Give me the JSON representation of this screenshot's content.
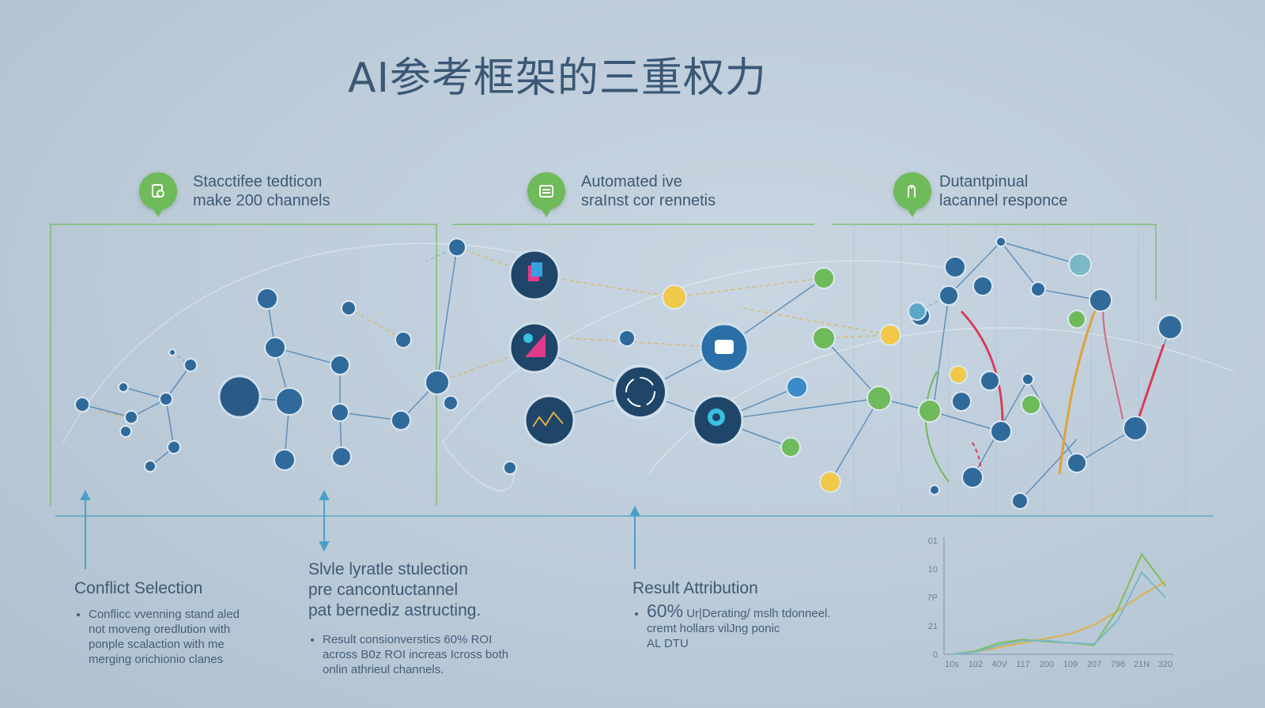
{
  "title": "AI参考框架的三重权力",
  "categories": [
    {
      "icon": "document-check-icon",
      "line1": "Stacctifee tedticon",
      "line2": "make 200 channels"
    },
    {
      "icon": "list-icon",
      "line1": "Automated ive",
      "line2": "sraInst cor rennetis"
    },
    {
      "icon": "person-icon",
      "line1": "Dutantpinual",
      "line2": "lacannel responce"
    }
  ],
  "sections": [
    {
      "heading": "Conflict Selection",
      "bullets": [
        "Conflicc vvenning stand aled",
        "not moveng oredlution with",
        "ponple scalaction with me",
        "merging orichionio clanes"
      ]
    },
    {
      "heading_lines": [
        "Slvle lyratle stulection",
        "pre cancontuctannel",
        "pat bernediz astructing."
      ],
      "bullets": [
        "Result consionverstics 60% ROI",
        "across B0z ROI increas Icross both",
        "onlin athrieul channels."
      ]
    },
    {
      "heading": "Result Attribution",
      "big_value": "60%",
      "bullets": [
        "Ur|Derating/ mslh tdonneel.",
        "cremt hollars vilJng ponic",
        "AL DTU"
      ]
    }
  ],
  "chart_data": {
    "type": "line",
    "x_ticks": [
      "10s",
      "102",
      "40V",
      "117",
      "200",
      "109",
      "207",
      "796",
      "21N",
      "320"
    ],
    "y_ticks": [
      "0",
      "21",
      "7P",
      "10",
      "01"
    ],
    "series": [
      {
        "color": "#e0b04a",
        "values": [
          0,
          2,
          6,
          10,
          14,
          18,
          26,
          38,
          52,
          64
        ]
      },
      {
        "color": "#7fbf5a",
        "values": [
          0,
          3,
          10,
          13,
          11,
          10,
          8,
          40,
          88,
          60
        ]
      },
      {
        "color": "#7ab8c8",
        "values": [
          0,
          2,
          8,
          12,
          12,
          10,
          9,
          30,
          72,
          50
        ]
      }
    ]
  },
  "colors": {
    "accent_green": "#6fba5a",
    "node_blue": "#2f6a9a",
    "dark_node": "#1f4668",
    "red": "#d83a5a",
    "yellow": "#f2c84b"
  }
}
